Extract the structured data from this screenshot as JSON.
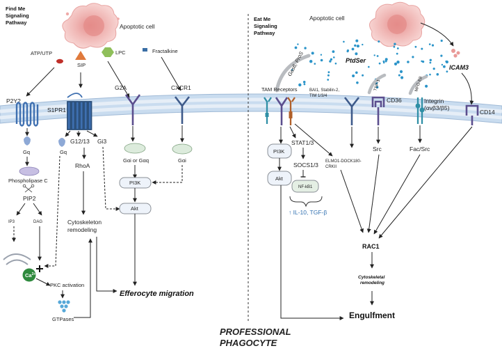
{
  "left": {
    "pathway_title": "Find Me\nSignaling\nPathway",
    "apoptotic_cell": "Apoptotic cell",
    "ligands": {
      "atp": "ATP/UTP",
      "s1p": "SIP",
      "lpc": "LPC",
      "fractalkine": "Fractalkine"
    },
    "receptors": {
      "p2y2": "P2Y2",
      "s1pr1": "S1PR1",
      "g2a": "G2A",
      "cxcr1": "CXCR1"
    },
    "nodes": {
      "gq": "Gq",
      "plc": "Phospholipase C",
      "pip2": "PIP2",
      "ip3": "IP3",
      "dag": "DAG",
      "ca": "Ca",
      "ca_sup": "2+",
      "pkc": "PKC activation",
      "gtpases": "GTPases",
      "gq2": "Gq",
      "g1213": "G12/13",
      "gi3": "Gi3",
      "rhoa": "RhoA",
      "cyto1": "Cytoskeleton",
      "cyto2": "remodeling",
      "gai_gaq": "Gαi or Gαq",
      "gai": "Gαi",
      "pi3k": "PI3K",
      "akt": "Akt",
      "efferocyte": "Efferocyte migration"
    }
  },
  "right": {
    "pathway_title": "Eat Me\nSignaling\nPathway",
    "apoptotic_cell": "Apoptotic cell",
    "ptdser": "PtdSer",
    "icam3": "ICAM3",
    "gas6": "Gas6, ProS",
    "tam": "TAM Receptors",
    "bai1": "BAI1, Stabilin-2,",
    "tim": "TIM 1/3/4",
    "tsp1": "TSP-1",
    "cd36": "CD36",
    "mfge8": "MFG-E8",
    "integrin1": "Integrin",
    "integrin2": "(αvβ3/β5)",
    "cd14": "CD14",
    "pi3k": "PI3K",
    "akt": "Akt",
    "stat": "STAT1/3",
    "socs": "SOCS1/3",
    "nfkb": "NF-kB1",
    "il10": "↑ IL-10, TGF-β",
    "elmo1": "ELMO1-DOCK180-",
    "elmo2": "CRKII",
    "src": "Src",
    "facsrc": "Fac/Src",
    "rac1": "RAC1",
    "cytoskel1": "Cytoskeletal",
    "cytoskel2": "remodeling",
    "engulfment": "Engulfment"
  },
  "footer": {
    "line1": "PROFESSIONAL",
    "line2": "PHAGOCYTE"
  },
  "colors": {
    "membrane": "#b9cfe6",
    "cell": "#f0b7b5",
    "receptor": "#5b4e8e",
    "p2y2": "#3e6fb0",
    "s1p": "#e07a3c",
    "lpc": "#8fbf5a",
    "atp": "#c0302a",
    "ptdser": "#2b94c9",
    "ca": "#2f8a3e"
  }
}
